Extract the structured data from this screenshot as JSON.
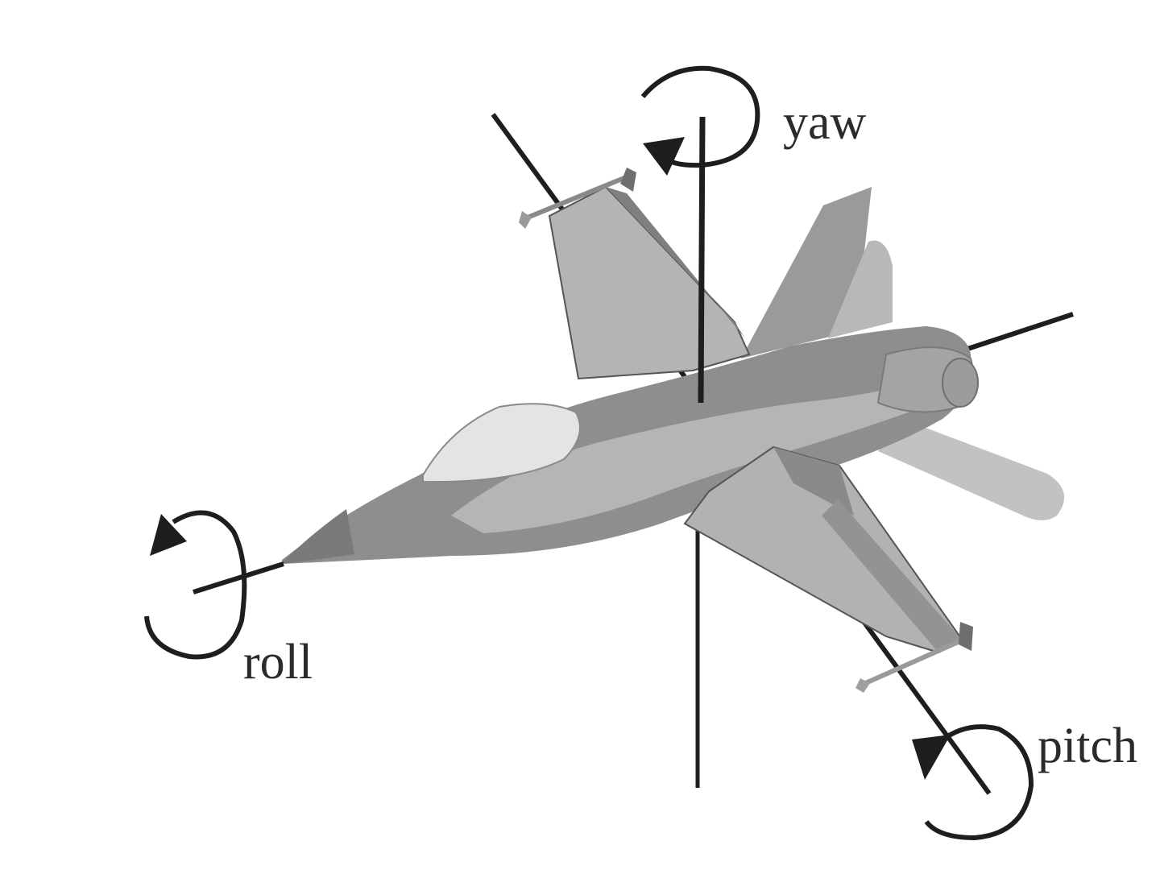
{
  "labels": {
    "yaw": "yaw",
    "roll": "roll",
    "pitch": "pitch"
  },
  "colors": {
    "background": "#ffffff",
    "ink": "#1e1e1e",
    "body_dark": "#8c8c8c",
    "body_light": "#bdbdbd",
    "body_mid": "#a6a6a6",
    "canopy": "#e6e6e6"
  }
}
